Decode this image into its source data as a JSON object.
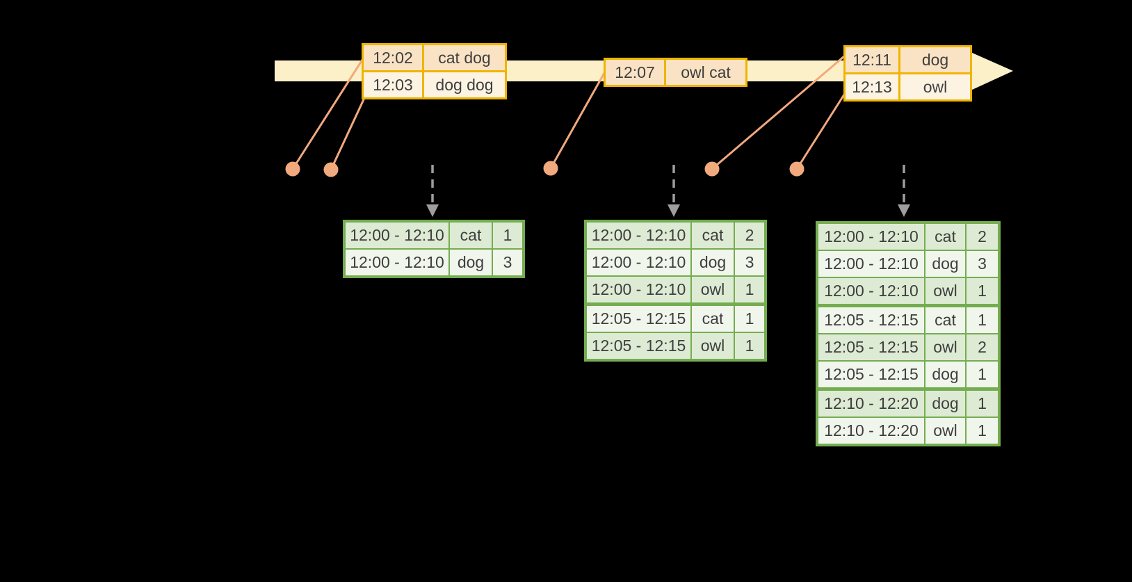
{
  "colors": {
    "background": "#000000",
    "timeline_fill": "#FCF0C8",
    "event_table_border": "#F0B400",
    "event_row_fill_dark": "#FAE3C5",
    "event_row_fill_light": "#FDF3E3",
    "connector": "#F1A97E",
    "trigger_arrow": "#9E9E9E",
    "result_table_border": "#74AD50",
    "result_row_fill_dark": "#DEEBD4",
    "result_row_fill_light": "#F1F6ED",
    "text": "#3E3E3E"
  },
  "event_tables": [
    {
      "rows": [
        [
          "12:02",
          "cat dog"
        ],
        [
          "12:03",
          "dog dog"
        ]
      ]
    },
    {
      "rows": [
        [
          "12:07",
          "owl cat"
        ]
      ]
    },
    {
      "rows": [
        [
          "12:11",
          "dog"
        ],
        [
          "12:13",
          "owl"
        ]
      ]
    }
  ],
  "result_tables": [
    {
      "rows": [
        [
          "12:00 - 12:10",
          "cat",
          "1"
        ],
        [
          "12:00 - 12:10",
          "dog",
          "3"
        ]
      ],
      "group_breaks": []
    },
    {
      "rows": [
        [
          "12:00 - 12:10",
          "cat",
          "2"
        ],
        [
          "12:00 - 12:10",
          "dog",
          "3"
        ],
        [
          "12:00 - 12:10",
          "owl",
          "1"
        ],
        [
          "12:05 - 12:15",
          "cat",
          "1"
        ],
        [
          "12:05 - 12:15",
          "owl",
          "1"
        ]
      ],
      "group_breaks": [
        3
      ]
    },
    {
      "rows": [
        [
          "12:00 - 12:10",
          "cat",
          "2"
        ],
        [
          "12:00 - 12:10",
          "dog",
          "3"
        ],
        [
          "12:00 - 12:10",
          "owl",
          "1"
        ],
        [
          "12:05 - 12:15",
          "cat",
          "1"
        ],
        [
          "12:05 - 12:15",
          "owl",
          "2"
        ],
        [
          "12:05 - 12:15",
          "dog",
          "1"
        ],
        [
          "12:10 - 12:20",
          "dog",
          "1"
        ],
        [
          "12:10 - 12:20",
          "owl",
          "1"
        ]
      ],
      "group_breaks": [
        3,
        6
      ]
    }
  ]
}
